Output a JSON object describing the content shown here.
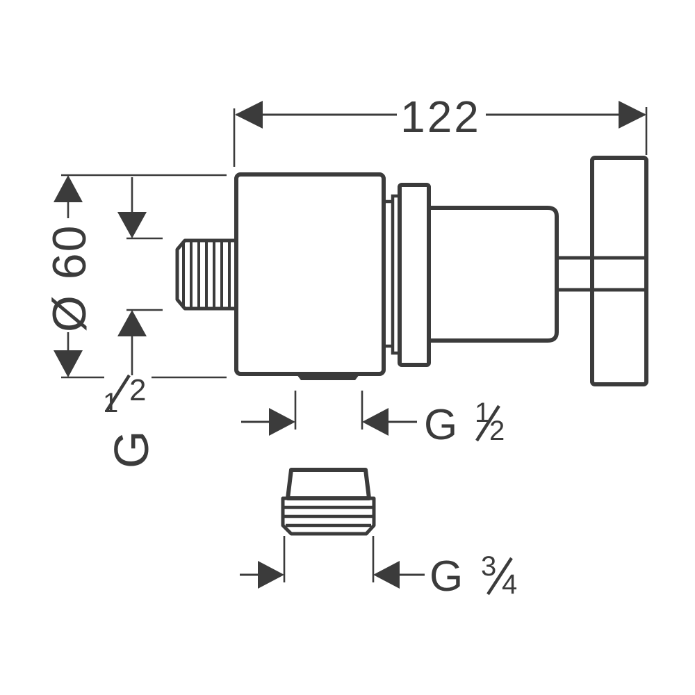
{
  "drawing": {
    "colors": {
      "line": "#3b3b3b",
      "background": "#ffffff"
    },
    "dimensions": {
      "width": {
        "value": "122"
      },
      "diameter": {
        "value": "Ø 60"
      },
      "side_thread": {
        "prefix": "G",
        "numerator": "1",
        "denominator": "2"
      },
      "outlet_thread": {
        "prefix": "G",
        "numerator": "1",
        "denominator": "2"
      },
      "adapter_thread": {
        "prefix": "G",
        "numerator": "3",
        "denominator": "4"
      }
    }
  }
}
